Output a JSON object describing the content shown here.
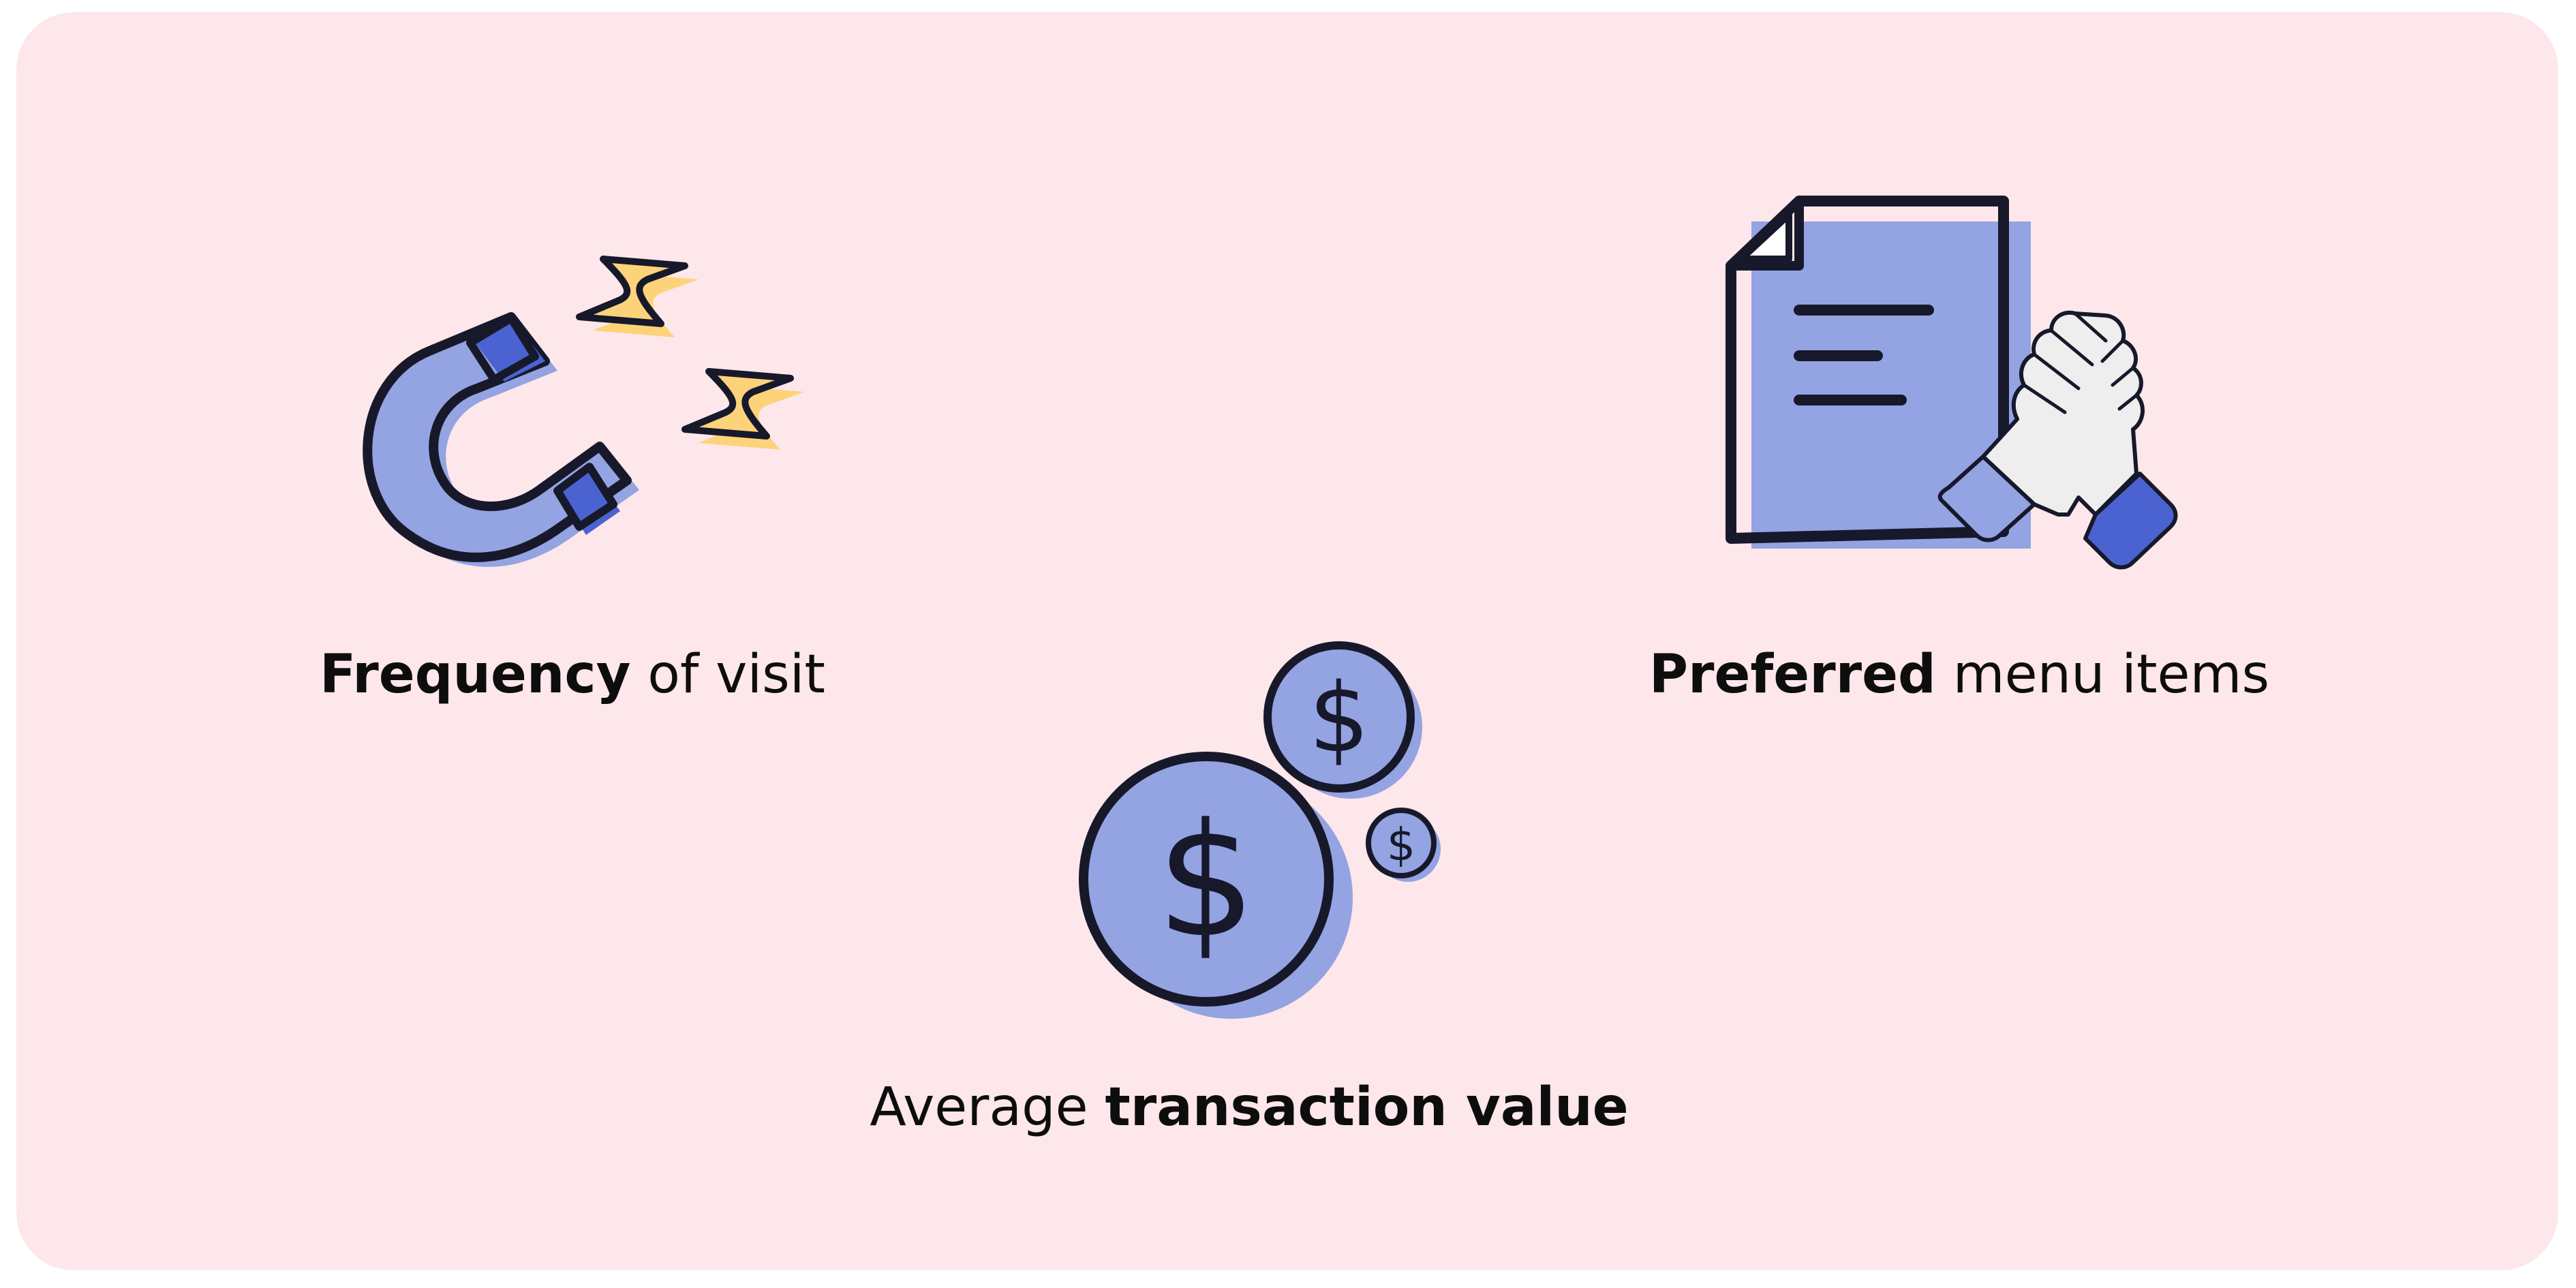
{
  "colors": {
    "background": "#fde7ea",
    "accent_light": "#94a3e2",
    "accent_dark": "#4a63d1",
    "spark": "#fdd37a",
    "outline": "#17192b"
  },
  "items": [
    {
      "icon": "magnet-icon",
      "label_bold": "Frequency",
      "label_regular": " of visit"
    },
    {
      "icon": "document-handshake-icon",
      "label_bold": "Preferred",
      "label_regular": " menu items"
    },
    {
      "icon": "coins-icon",
      "label_regular": "Average ",
      "label_bold": "transaction value"
    }
  ]
}
